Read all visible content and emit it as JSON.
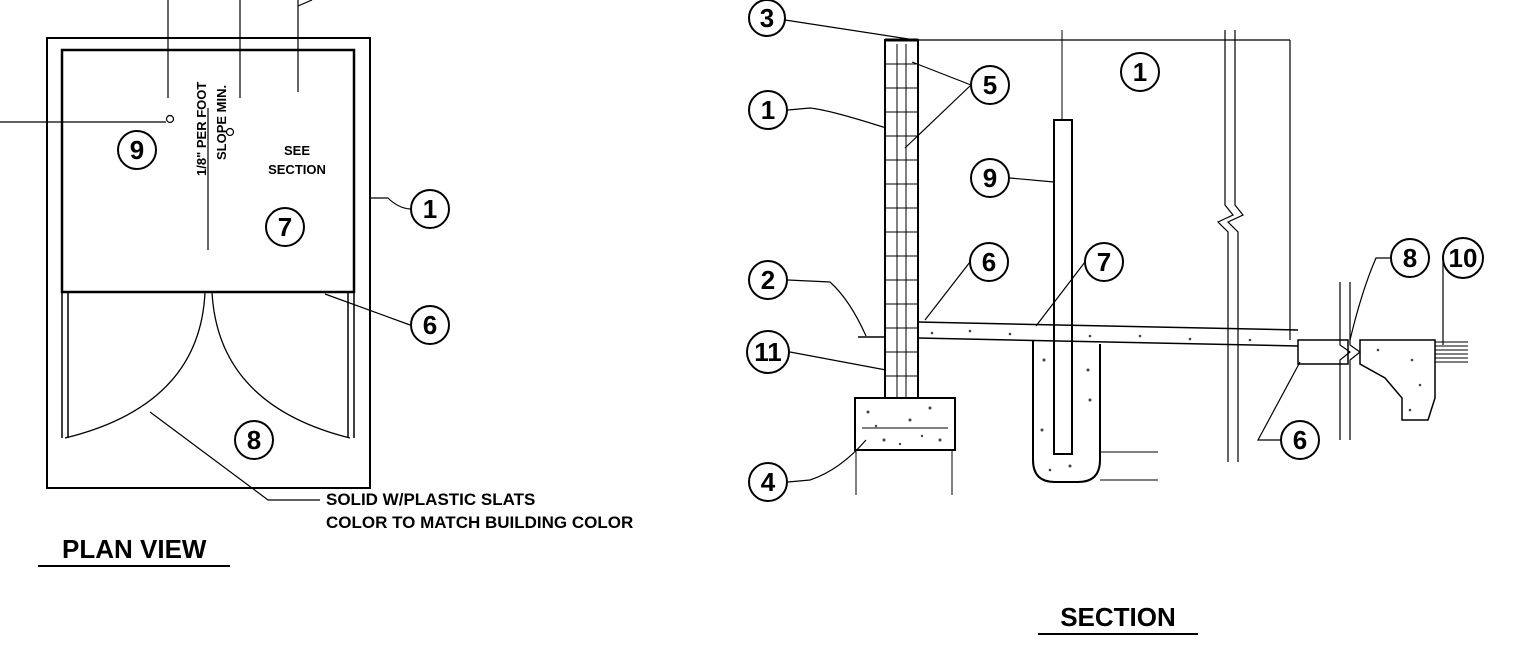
{
  "colors": {
    "ink": "#000000",
    "paper": "#ffffff",
    "concrete_speckle": "#444444"
  },
  "plan_view": {
    "title": "PLAN VIEW",
    "slope_note_line1": "1/8\" PER FOOT",
    "slope_note_line2": "SLOPE MIN.",
    "see_section_line1": "SEE",
    "see_section_line2": "SECTION",
    "gate_note_line1": "SOLID W/PLASTIC SLATS",
    "gate_note_line2": "COLOR TO MATCH BUILDING COLOR",
    "callouts": {
      "c1": "1",
      "c6": "6",
      "c7": "7",
      "c8": "8",
      "c9": "9"
    }
  },
  "section": {
    "title": "SECTION",
    "callouts": {
      "c1_wall": "1",
      "c1_top": "1",
      "c2": "2",
      "c3": "3",
      "c4": "4",
      "c5": "5",
      "c6_top": "6",
      "c6_bottom": "6",
      "c7": "7",
      "c8": "8",
      "c9": "9",
      "c10": "10",
      "c11": "11"
    }
  }
}
